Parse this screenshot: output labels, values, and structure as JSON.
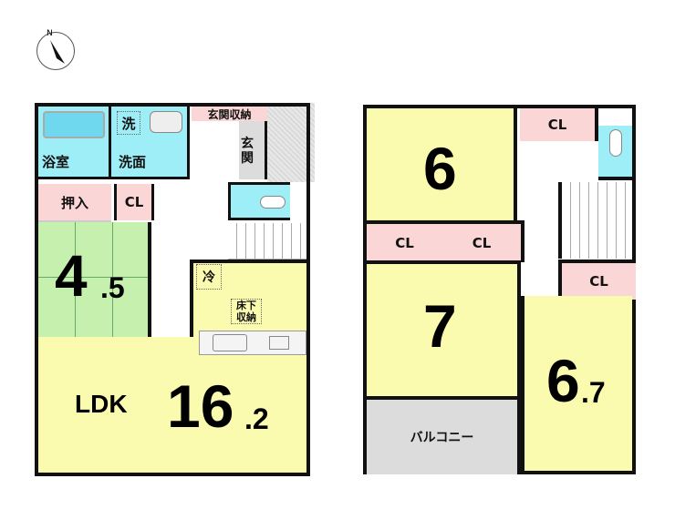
{
  "compass": {
    "label": "N"
  },
  "floor1": {
    "bath": "浴室",
    "wash_mark": "洗",
    "washroom": "洗面",
    "entrance_storage": "玄関収納",
    "entrance": "玄関",
    "oshiire": "押入",
    "cl": "CL",
    "tatami_num": "4",
    "tatami_dec": ".5",
    "fridge": "冷",
    "underfloor": "床下収納",
    "ldk": "LDK",
    "ldk_num": "16",
    "ldk_dec": ".2"
  },
  "floor2": {
    "room_a": "6",
    "cl_top": "CL",
    "cl_mid_left": "CL",
    "cl_mid_right": "CL",
    "room_b": "7",
    "cl_right": "CL",
    "room_c_num": "6",
    "room_c_dec": ".7",
    "balcony": "バルコニー"
  },
  "colors": {
    "wet": "#9eeef7",
    "storage": "#fbd6d6",
    "western": "#fbfbb0",
    "tatami": "#c6f0ae",
    "balcony": "#dcdcdc"
  }
}
